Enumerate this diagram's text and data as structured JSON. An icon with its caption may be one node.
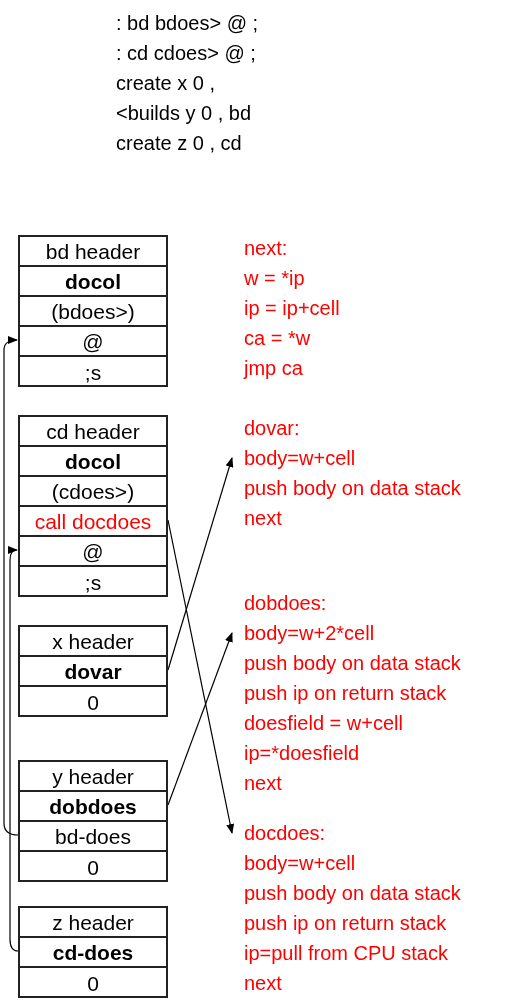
{
  "diagram": {
    "nodes": [
      {
        "text": [],
        "shape": "box"
      },
      {
        "text": [
          "bd header"
        ],
        "in": 0
      },
      {
        "text": [
          "docol"
        ],
        "in": 0
      },
      {
        "text": [
          "(bdoes>)"
        ],
        "in": 0
      },
      {
        "text": [
          "@"
        ],
        "in": 0
      },
      {
        "text": [
          ";s"
        ],
        "in": 0
      },
      {
        "text": [
          "next:",
          "w = *ip",
          "ip = ip+cell",
          "ca = *w",
          "jmp ca"
        ]
      },
      {
        "text": [],
        "shape": "box"
      },
      {
        "text": [
          "cd header"
        ],
        "in": 7
      },
      {
        "text": [
          "docol"
        ],
        "in": 7
      },
      {
        "text": [
          "(cdoes>)"
        ],
        "in": 7
      },
      {
        "text": [
          "call docdoes"
        ],
        "in": 7
      },
      {
        "text": [
          "@"
        ],
        "in": 7
      },
      {
        "text": [
          ";s"
        ],
        "in": 7
      },
      {
        "text": [
          "dovar:",
          "body=w+cell",
          "push body on data stack",
          "next"
        ]
      },
      {
        "text": [],
        "shape": "box"
      },
      {
        "text": [
          "x header"
        ],
        "in": 15
      },
      {
        "text": [
          "dovar"
        ],
        "in": 15
      },
      {
        "text": [
          "0"
        ],
        "in": 15
      },
      {
        "text": [
          "dobdoes:",
          "body=w+2*cell",
          "push body on data stack",
          "push ip on return stack",
          "doesfield = w+cell",
          "ip=*doesfield",
          "next"
        ]
      },
      {
        "text": [],
        "shape": "box"
      },
      {
        "text": [
          "y header"
        ],
        "in": 20
      },
      {
        "text": [
          "dobdoes"
        ],
        "in": 20
      },
      {
        "text": [
          "bd-does"
        ],
        "in": 20
      },
      {
        "text": [
          "0"
        ],
        "in": 20
      },
      {
        "text": [],
        "shape": "box"
      },
      {
        "text": [
          "z header"
        ],
        "in": 25
      },
      {
        "text": [
          "cd-does"
        ],
        "in": 25
      },
      {
        "text": [
          "0"
        ],
        "in": 25
      },
      {
        "text": [
          "docdoes:",
          "body=w+cell",
          "push body on data stack",
          "push ip on return stack",
          "ip=pull from CPU stack",
          "next"
        ]
      }
    ],
    "edges": [
      {
        "from": 17,
        "to": 14,
        "arrow": "to"
      },
      {
        "from": 22,
        "to": 19,
        "arrow": "to"
      },
      {
        "from": 11,
        "to": 29,
        "arrow": "to"
      },
      {
        "from": 23,
        "to": 4,
        "arrow": "to"
      },
      {
        "from": 27,
        "to": 12,
        "arrow": "to"
      }
    ],
    "labels": [
      ": bd bdoes> @ ;",
      ": cd cdoes> @ ;",
      "create x 0 ,",
      "<builds y 0 , bd",
      "create z 0 , cd"
    ]
  }
}
